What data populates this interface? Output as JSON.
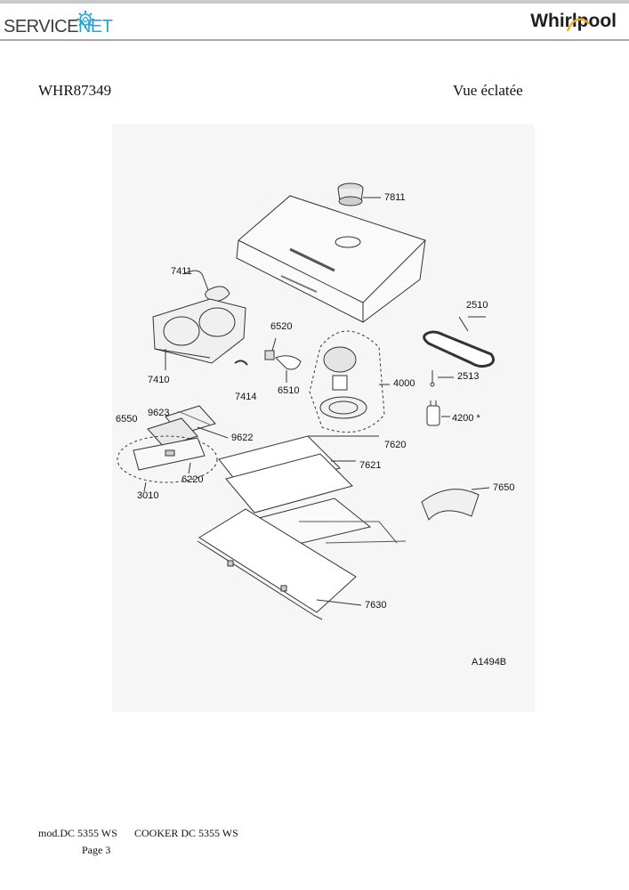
{
  "header": {
    "logo_left": {
      "text_main": "SERVICE",
      "text_accent": "NET",
      "icon": "gear-icon"
    },
    "logo_right": {
      "text": "Whirlpool"
    }
  },
  "document": {
    "model_code": "WHR87349",
    "view_type": "Vue éclatée"
  },
  "diagram": {
    "labels": {
      "p7811": "7811",
      "p7411": "7411",
      "p2510": "2510",
      "p6520": "6520",
      "p7410": "7410",
      "p6510": "6510",
      "p7414": "7414",
      "p4000": "4000",
      "p2513": "2513",
      "p9623": "9623",
      "p6550": "6550",
      "p4200": "4200 *",
      "p9622": "9622",
      "p7620": "7620",
      "p7621": "7621",
      "p6220": "6220",
      "p3010": "3010",
      "p7650": "7650",
      "p7630": "7630",
      "ref": "A1494B"
    }
  },
  "footer": {
    "model": "mod.DC 5355 WS",
    "description": "COOKER DC 5355 WS",
    "page": "Page 3"
  }
}
